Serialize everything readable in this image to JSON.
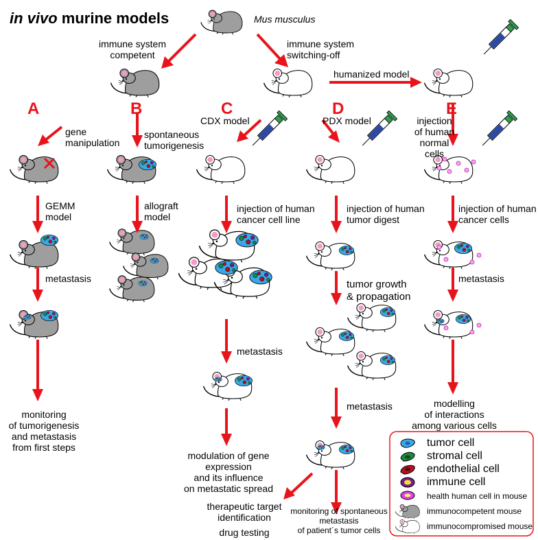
{
  "title": {
    "part1": "in vivo",
    "part2": " murine models"
  },
  "species": "Mus musculus",
  "branches": {
    "competent": "immune system\ncompetent",
    "switching_off": "immune system\nswitching-off",
    "humanized": "humanized model"
  },
  "columns": {
    "A": {
      "letter": "A",
      "step1": "gene\nmanipulation",
      "step2": "GEMM\nmodel",
      "step3": "metastasis",
      "outcome": "monitoring\nof tumorigenesis\nand metastasis\nfrom first steps"
    },
    "B": {
      "letter": "B",
      "step1": "spontaneous\ntumorigenesis",
      "step2": "allograft\nmodel"
    },
    "C": {
      "letter": "C",
      "step1": "CDX model",
      "step2": "injection of human\ncancer cell line",
      "step3": "metastasis",
      "outcome": "modulation of gene\nexpression\nand its influence\non metastatic spread"
    },
    "D": {
      "letter": "D",
      "step1": "PDX model",
      "step2": "injection of human\ntumor digest",
      "step3": "tumor growth\n& propagation",
      "step4": "metastasis",
      "outcome": "monitoring of spontaneous\nmetastasis\nof patient´s tumor cells"
    },
    "E": {
      "letter": "E",
      "step1": "injection\nof human\nnormal cells",
      "step2": "injection of human\ncancer cells",
      "step3": "metastasis",
      "outcome": "modelling\nof interactions\namong various cells"
    }
  },
  "therapy": {
    "line1": "therapeutic target\nidentification",
    "line2": "drug testing"
  },
  "legend": {
    "items": [
      {
        "label": "tumor cell",
        "color": "#3aa7e8"
      },
      {
        "label": "stromal cell",
        "color": "#1c8a3c"
      },
      {
        "label": "endothelial cell",
        "color": "#b3121f"
      },
      {
        "label": "immune cell",
        "color": "#7a1d8c"
      },
      {
        "label": "health human cell in mouse",
        "color": "#e33de0"
      },
      {
        "label": "immunocompetent mouse",
        "color": "#9e9e9e"
      },
      {
        "label": "immunocompromised mouse",
        "color": "#ffffff"
      }
    ]
  },
  "colors": {
    "arrow": "#e8141b",
    "mouse_gray": "#9e9e9e",
    "ear_pink": "#f59ac6",
    "syringe_green": "#2e9e4a",
    "legend_border": "#e8141b"
  }
}
